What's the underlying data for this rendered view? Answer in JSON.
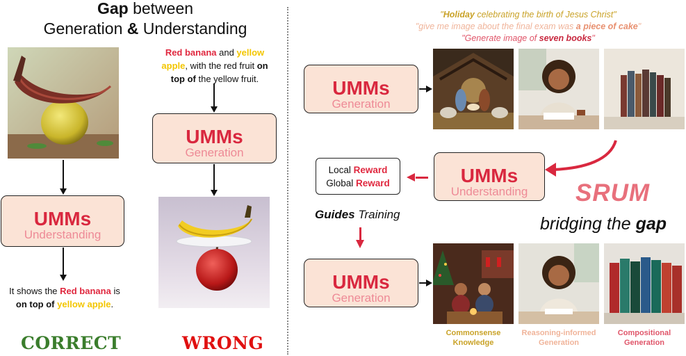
{
  "left": {
    "title_line1_bold": "Gap",
    "title_line1_rest": " between",
    "title_line2_a": "Generation",
    "title_line2_amp": "&",
    "title_line2_b": "Understanding",
    "prompt": {
      "red": "Red banana",
      "and": " and ",
      "yellow": "yellow",
      "yellow2": "apple",
      "mid": ", with the red fruit ",
      "bold": "on",
      "bold2": "top of",
      "end": " the yellow fruit."
    },
    "understanding_box": {
      "big": "UMMs",
      "small": "Understanding"
    },
    "generation_box": {
      "big": "UMMs",
      "small": "Generation"
    },
    "answer": {
      "pre": "It shows the ",
      "red": "Red banana",
      "mid": " is",
      "bold": "on top of",
      "yellow": "yellow apple",
      "end": "."
    },
    "correct_label": "CORRECT",
    "wrong_label": "WRONG"
  },
  "right": {
    "prompts": [
      {
        "bold": "Holiday",
        "rest": " celebrating the birth of Jesus Christ",
        "color": "#c9a227"
      },
      {
        "pre": "give me image about the final exam was ",
        "bold": "a piece of cake",
        "color": "#f0b49a"
      },
      {
        "pre": "Generate image of ",
        "bold": "seven books",
        "color": "#e0566a"
      }
    ],
    "gen_box_top": {
      "big": "UMMs",
      "small": "Generation"
    },
    "understanding_box": {
      "big": "UMMs",
      "small": "Understanding"
    },
    "gen_box_bottom": {
      "big": "UMMs",
      "small": "Generation"
    },
    "reward": {
      "local": "Local ",
      "local_red": "Reward",
      "global": "Global ",
      "global_red": "Reward"
    },
    "guides_bold": "Guides",
    "guides_rest": " Training",
    "srum": "SRUM",
    "bridging": "bridging the ",
    "bridging_bold": "gap",
    "captions": [
      {
        "line1": "Commonsense",
        "line2": "Knowledge",
        "color": "#c9a227"
      },
      {
        "line1": "Reasoning-informed",
        "line2": "Generation",
        "color": "#f0b49a"
      },
      {
        "line1": "Compositional",
        "line2": "Generation",
        "color": "#e0566a"
      }
    ]
  },
  "colors": {
    "accent_red": "#e0283f",
    "box_fill": "#fbe3d6",
    "correct_green": "#3a7d2c",
    "wrong_red": "#e01010",
    "srum_pink": "#e8707c"
  }
}
